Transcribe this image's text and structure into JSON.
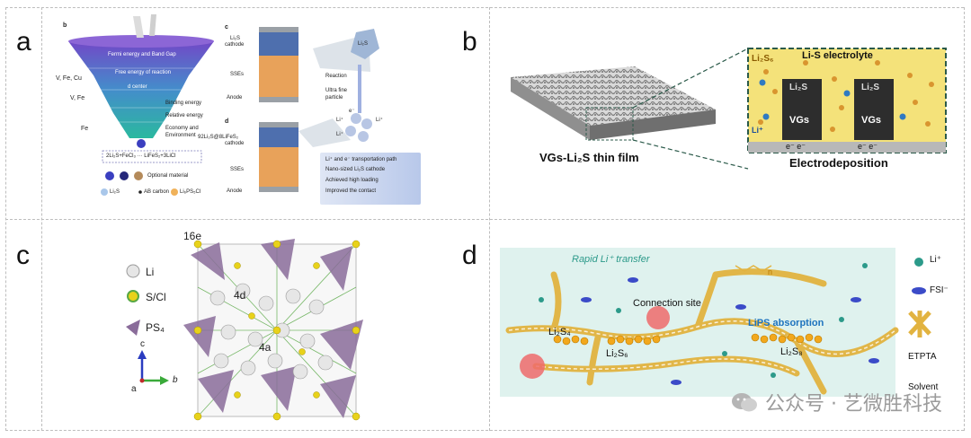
{
  "figure": {
    "panel_labels": [
      "a",
      "b",
      "c",
      "d"
    ],
    "panel_a": {
      "sub_b": "b",
      "sub_c": "c",
      "sub_d": "d",
      "funnel_levels": [
        "Fermi energy and Band Gap",
        "Free energy of reaction",
        "d center"
      ],
      "left_labels": [
        "V, Fe, Cu",
        "V, Fe",
        "Fe"
      ],
      "right_labels": [
        "Binding energy",
        "Relative energy",
        "Economy and",
        "Environment"
      ],
      "reaction": "2Li₂S+FeCl₃ ··· LiFeS₂+3LiCl",
      "optional": "Optional material",
      "legend": [
        "Li₂S",
        "AB carbon",
        "Li₆PS₅Cl"
      ],
      "cell_c_labels": [
        "Li₂S",
        "cathode",
        "SSEs",
        "Anode"
      ],
      "cell_d_labels": [
        "92Li₂S@8LiFeS₂",
        "cathode",
        "SSEs",
        "Anode"
      ],
      "particle": "Li₂S",
      "reaction_labels": [
        "Reaction",
        "Ultra fine",
        "particle"
      ],
      "ions": [
        "e⁻",
        "Li⁺",
        "Li⁺",
        "Li⁺"
      ],
      "bullets": [
        "Li⁺ and e⁻ transportation path",
        "Nano-sized Li₂S cathode",
        "Achieved high loading",
        "Improved the contact"
      ]
    },
    "panel_b": {
      "film_label": "VGs-Li₂S thin film",
      "electrolyte": "Li-S electrolyte",
      "li2s6": "Li₂S₆",
      "li2s_top": "Li₂S",
      "vgs": "VGs",
      "liplus": "Li⁺",
      "electrons": "e⁻ e⁻",
      "process": "Electrodeposition"
    },
    "panel_c": {
      "site_16e": "16e",
      "site_4d": "4d",
      "site_4a": "4a",
      "legend": [
        "Li",
        "S/Cl",
        "PS₄"
      ],
      "axes": [
        "c",
        "a",
        "b"
      ]
    },
    "panel_d": {
      "rapid": "Rapid Li⁺ transfer",
      "connection": "Connection site",
      "lips": "LiPS absorption",
      "species": [
        "Li₂S₄",
        "Li₂S₆",
        "Li₂S₈"
      ],
      "legend": [
        "Li⁺",
        "FSI⁻",
        "ETPTA",
        "Solvent"
      ],
      "n": "n"
    },
    "watermark": "公众号 · 艺微胜科技"
  },
  "colors": {
    "funnel_top": "#6a3fc4",
    "funnel_bottom": "#1fb59a",
    "cell_orange": "#e8a25a",
    "electrolyte_yellow": "#f4e27a",
    "vgs_dark": "#2d2d2d",
    "lips_blue": "#1e73be",
    "pink_circle": "#ef6b6b",
    "bg_d": "#dff2ee",
    "polymer": "#e2b340"
  }
}
